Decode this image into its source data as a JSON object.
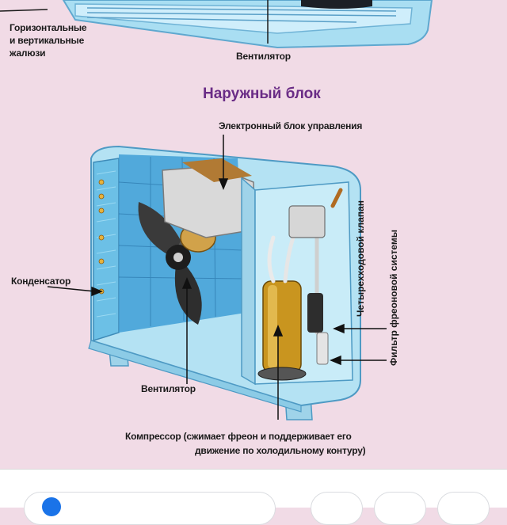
{
  "indoor": {
    "louvers_label_lines": [
      "Горизонтальные",
      "и вертикальные",
      "жалюзи"
    ],
    "fan_label": "Вентилятор"
  },
  "outdoor": {
    "title": "Наружный блок",
    "control_unit_label": "Электронный блок управления",
    "condenser_label": "Конденсатор",
    "fan_label": "Вентилятор",
    "four_way_valve_label": "Четырехходовой клапан",
    "filter_label": "Фильтр фреоновой системы",
    "compressor_label_lines": [
      "Компрессор (сжимает фреон и поддерживает его",
      "движение по холодильному контуру)"
    ]
  },
  "colors": {
    "background": "#f1dbe6",
    "title": "#6a2c86",
    "casing": "#a8dcef",
    "compressor": "#c9951f"
  },
  "bottom_bar": {
    "buttons": [
      "search-pill",
      "icon-button",
      "icon-button",
      "icon-button"
    ]
  }
}
